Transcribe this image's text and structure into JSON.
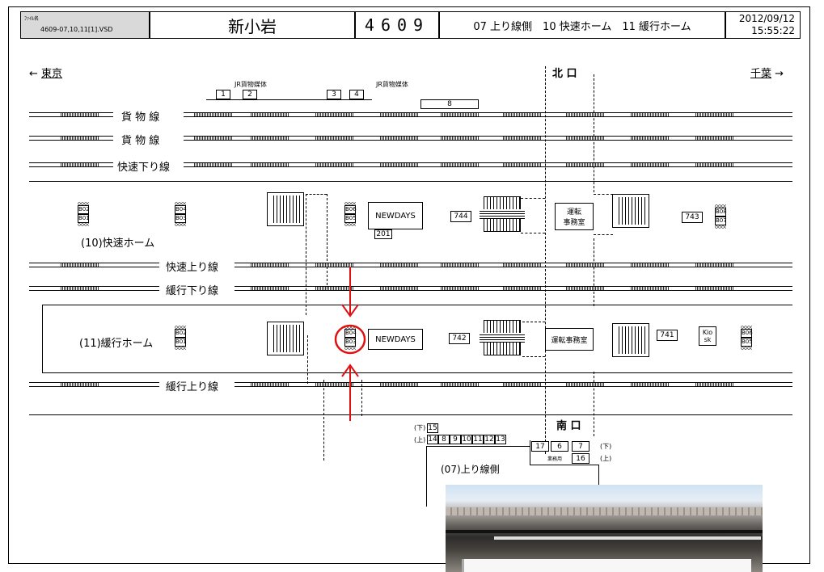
{
  "header": {
    "file_label": "ﾌｧｲﾙ名",
    "file_value": "4609-07,10,11[1].VSD",
    "station": "新小岩",
    "code": "4609",
    "description": "07 上り線側　10 快速ホーム　11 緩行ホーム",
    "date": "2012/09/12",
    "time": "15:55:22"
  },
  "directions": {
    "left": "東京",
    "right": "千葉"
  },
  "exits": {
    "north": "北 口",
    "south": "南 口"
  },
  "tracks": {
    "freight1": "貨 物 線",
    "freight2": "貨 物 線",
    "rapid_down": "快速下り線",
    "rapid_up": "快速上り線",
    "local_down": "緩行下り線",
    "local_up": "緩行上り線"
  },
  "media_labels": {
    "jr1": "JR貨物媒体",
    "jr2": "JR貨物媒体"
  },
  "freight_boards": [
    "1",
    "2",
    "3",
    "4",
    "8"
  ],
  "platforms": {
    "rapid": "(10)快速ホーム",
    "local": "(11)緩行ホーム",
    "up_side": "(07)上り線側"
  },
  "facilities": {
    "newdays": "NEWDAYS",
    "newdays2": "NEWDAYS",
    "office1_l1": "運転",
    "office1_l2": "事務室",
    "office2": "運転事務室",
    "kiosk_l1": "Kio",
    "kiosk_l2": "sk"
  },
  "numbers": {
    "n744": "744",
    "n201": "201",
    "n743": "743",
    "n742": "742",
    "n741": "741"
  },
  "board_cases": {
    "r1": [
      "B02",
      "B01"
    ],
    "r2": [
      "B04",
      "B03"
    ],
    "r3": [
      "B06",
      "B05"
    ],
    "r4": [
      "B08",
      "B07"
    ],
    "l1": [
      "B02",
      "B01"
    ],
    "l2": [
      "B04",
      "B03"
    ],
    "l3": [
      "B06",
      "B05"
    ]
  },
  "south_boards": {
    "down_mark": "(下)",
    "up_mark": "(上)",
    "row_down": [
      "15"
    ],
    "row_up": [
      "14",
      "8",
      "9",
      "10",
      "11",
      "12",
      "13"
    ],
    "right_top": [
      "17",
      "6",
      "7"
    ],
    "right_mid_label": "業務用",
    "right_mid": "16",
    "right_down_mark": "(下)",
    "right_up_mark": "(上)"
  },
  "colors": {
    "highlight": "#e01010"
  }
}
